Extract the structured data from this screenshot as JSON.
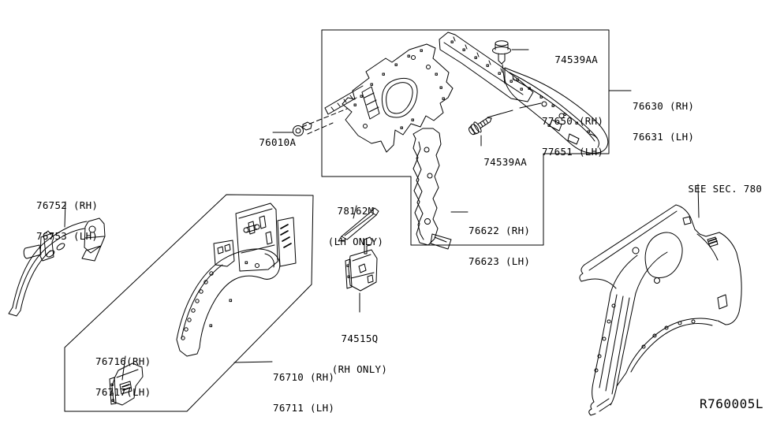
{
  "diagram": {
    "background": "#ffffff",
    "line_color": "#000000",
    "drawing_code": "R760005L",
    "see_section_note": "SEE SEC. 780",
    "callouts": {
      "bolt_top": "74539AA",
      "bolt_bottom": "74539AA",
      "grommet": "76010A",
      "rear_panel_assy": {
        "rh": "76630 (RH)",
        "lh": "76631 (LH)"
      },
      "rail_outer_rear": {
        "rh": "77650 (RH)",
        "lh": "77651 (LH)"
      },
      "pillar_brace": {
        "rh": "76622 (RH)",
        "lh": "76623 (LH)"
      },
      "rear_panel_strip": {
        "part": "78162M",
        "side": "(LH ONLY)"
      },
      "luggage_bracket": {
        "part": "74515Q",
        "side": "(RH ONLY)"
      },
      "wheelhouse_extension": {
        "rh": "76752 (RH)",
        "lh": "76753 (LH)"
      },
      "wheelhouse_bracket": {
        "rh": "76716(RH)",
        "lh": "76717(LH)"
      },
      "wheelhouse_outer": {
        "rh": "76710 (RH)",
        "lh": "76711 (LH)"
      }
    }
  }
}
